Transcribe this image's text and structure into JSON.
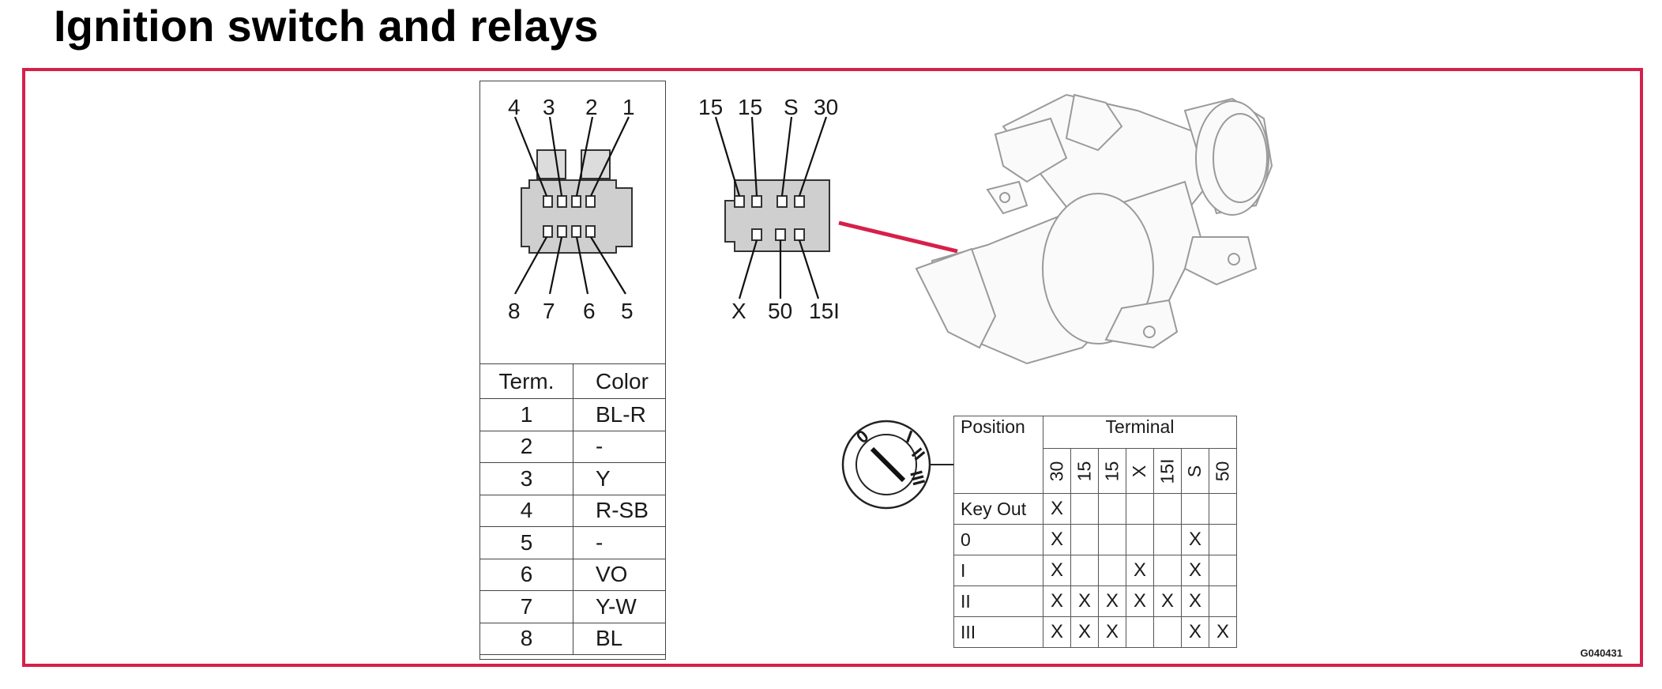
{
  "title": "Ignition switch and relays",
  "figure_code": "G040431",
  "accent_color": "#d6204a",
  "connector_a": {
    "top_pins": [
      "4",
      "3",
      "2",
      "1"
    ],
    "bottom_pins": [
      "8",
      "7",
      "6",
      "5"
    ]
  },
  "connector_b": {
    "top_pins": [
      "15",
      "15",
      "S",
      "30"
    ],
    "bottom_pins": [
      "X",
      "50",
      "15I"
    ]
  },
  "wire_table": {
    "headers": [
      "Term.",
      "Color"
    ],
    "rows": [
      [
        "1",
        "BL-R"
      ],
      [
        "2",
        "-"
      ],
      [
        "3",
        "Y"
      ],
      [
        "4",
        "R-SB"
      ],
      [
        "5",
        "-"
      ],
      [
        "6",
        "VO"
      ],
      [
        "7",
        "Y-W"
      ],
      [
        "8",
        "BL"
      ]
    ]
  },
  "dial_labels": [
    "0",
    "I",
    "II",
    "III"
  ],
  "position_table": {
    "position_header": "Position",
    "terminal_header": "Terminal",
    "terminals": [
      "30",
      "15",
      "15",
      "X",
      "15I",
      "S",
      "50"
    ],
    "rows": [
      {
        "label": "Key Out",
        "marks": [
          "X",
          "",
          "",
          "",
          "",
          "",
          ""
        ]
      },
      {
        "label": "0",
        "marks": [
          "X",
          "",
          "",
          "",
          "",
          "X",
          ""
        ]
      },
      {
        "label": "I",
        "marks": [
          "X",
          "",
          "",
          "X",
          "",
          "X",
          ""
        ]
      },
      {
        "label": "II",
        "marks": [
          "X",
          "X",
          "X",
          "X",
          "X",
          "X",
          ""
        ]
      },
      {
        "label": "III",
        "marks": [
          "X",
          "X",
          "X",
          "",
          "",
          "X",
          "X"
        ]
      }
    ]
  }
}
